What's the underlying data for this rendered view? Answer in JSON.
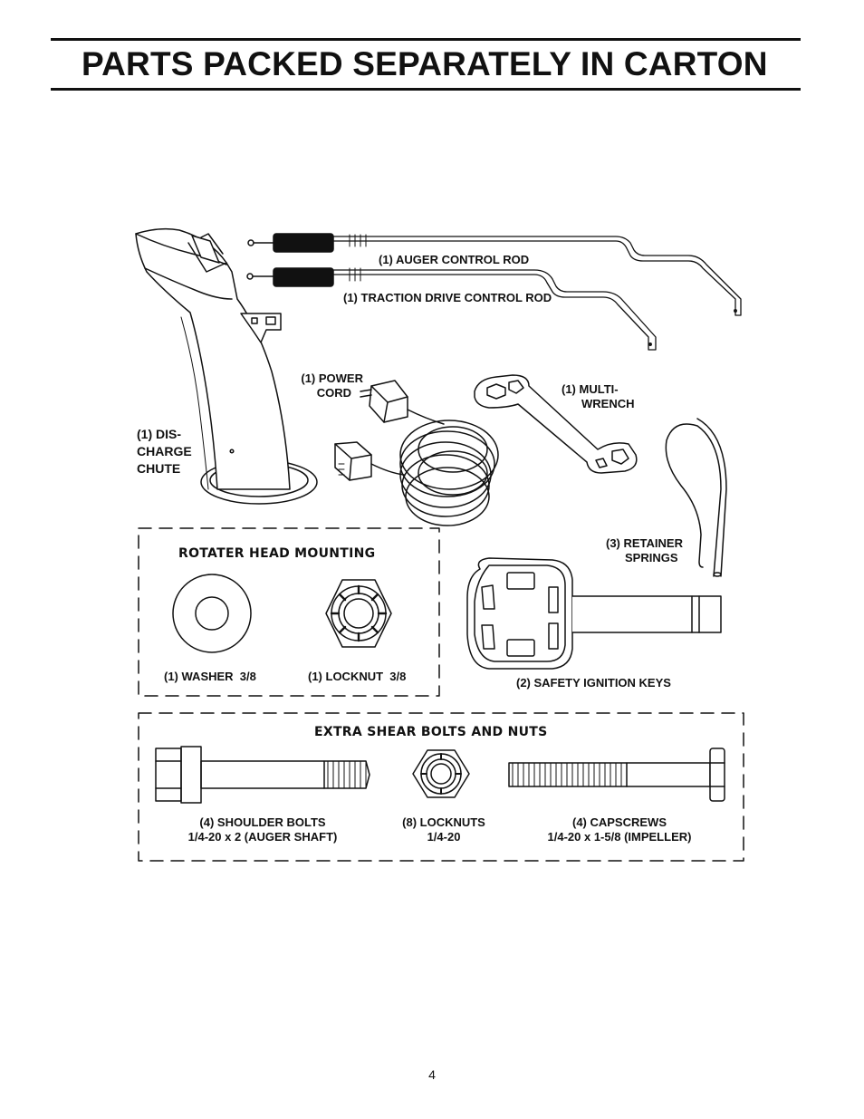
{
  "page": {
    "title": "PARTS PACKED SEPARATELY IN CARTON",
    "page_number": "4"
  },
  "parts": {
    "auger_control_rod": "(1) AUGER CONTROL ROD",
    "traction_drive_control_rod": "(1) TRACTION DRIVE CONTROL ROD",
    "power_cord": [
      "(1) POWER",
      "CORD"
    ],
    "multi_wrench": [
      "(1) MULTI-",
      "WRENCH"
    ],
    "discharge_chute": [
      "(1) DIS-",
      "CHARGE",
      "CHUTE"
    ],
    "retainer_springs": [
      "(3) RETAINER",
      "SPRINGS"
    ],
    "safety_ignition_keys": "(2) SAFETY IGNITION KEYS"
  },
  "rotater_head": {
    "heading": "ROTATER HEAD MOUNTING",
    "washer": "(1) WASHER  3/8",
    "locknut": "(1) LOCKNUT  3/8"
  },
  "shear_bolts": {
    "heading": "EXTRA SHEAR BOLTS AND NUTS",
    "shoulder_bolts": [
      "(4) SHOULDER BOLTS",
      "1/4-20 x 2 (AUGER SHAFT)"
    ],
    "locknuts": [
      "(8) LOCKNUTS",
      "1/4-20"
    ],
    "capscrews": [
      "(4) CAPSCREWS",
      "1/4-20 x 1-5/8 (IMPELLER)"
    ]
  }
}
